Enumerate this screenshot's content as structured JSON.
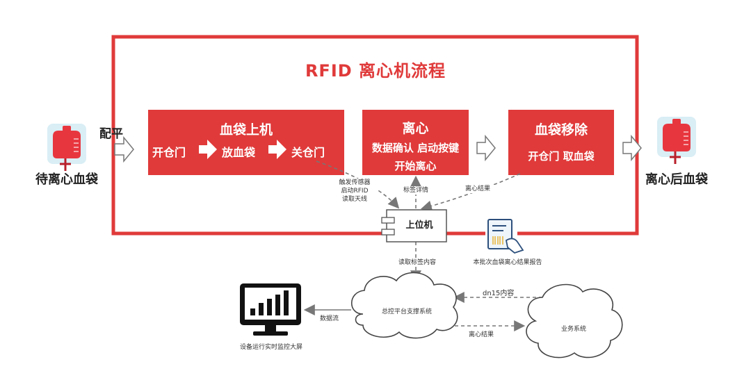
{
  "title": "RFID 离心机流程",
  "left": {
    "label": "待离心血袋",
    "action": "配平"
  },
  "right": {
    "label": "离心后血袋"
  },
  "box1": {
    "title": "血袋上机",
    "step1": "开仓门",
    "step2": "放血袋",
    "step3": "关仓门"
  },
  "box2": {
    "title": "离心",
    "line1": "数据确认 启动按键",
    "line2": "开始离心"
  },
  "box3": {
    "title": "血袋移除",
    "line1": "开仓门 取血袋"
  },
  "notes": {
    "sensor": [
      "触发传感器",
      "启动RFID",
      "读取天线"
    ],
    "tag": "标签详情",
    "result_top": "离心结果",
    "read_tag": "读取标签内容",
    "report": "本批次血袋离心结果报告",
    "data_flow": "数据流",
    "dn15": "dn15内容",
    "result_bottom": "离心结果"
  },
  "computer": {
    "label": "上位机"
  },
  "clouds": {
    "platform": "总控平台支撑系统",
    "business": "业务系统"
  },
  "monitor": {
    "label": "设备运行实时监控大屏"
  },
  "colors": {
    "accent": "#e03a3a",
    "arrow": "#777777",
    "bag": "#e8363f",
    "bag_bg": "#d9eef5"
  },
  "icons": [
    "blood-bag-icon",
    "right-arrow-icon",
    "computer-component-icon",
    "report-hand-icon",
    "monitor-chart-icon",
    "cloud-icon"
  ]
}
